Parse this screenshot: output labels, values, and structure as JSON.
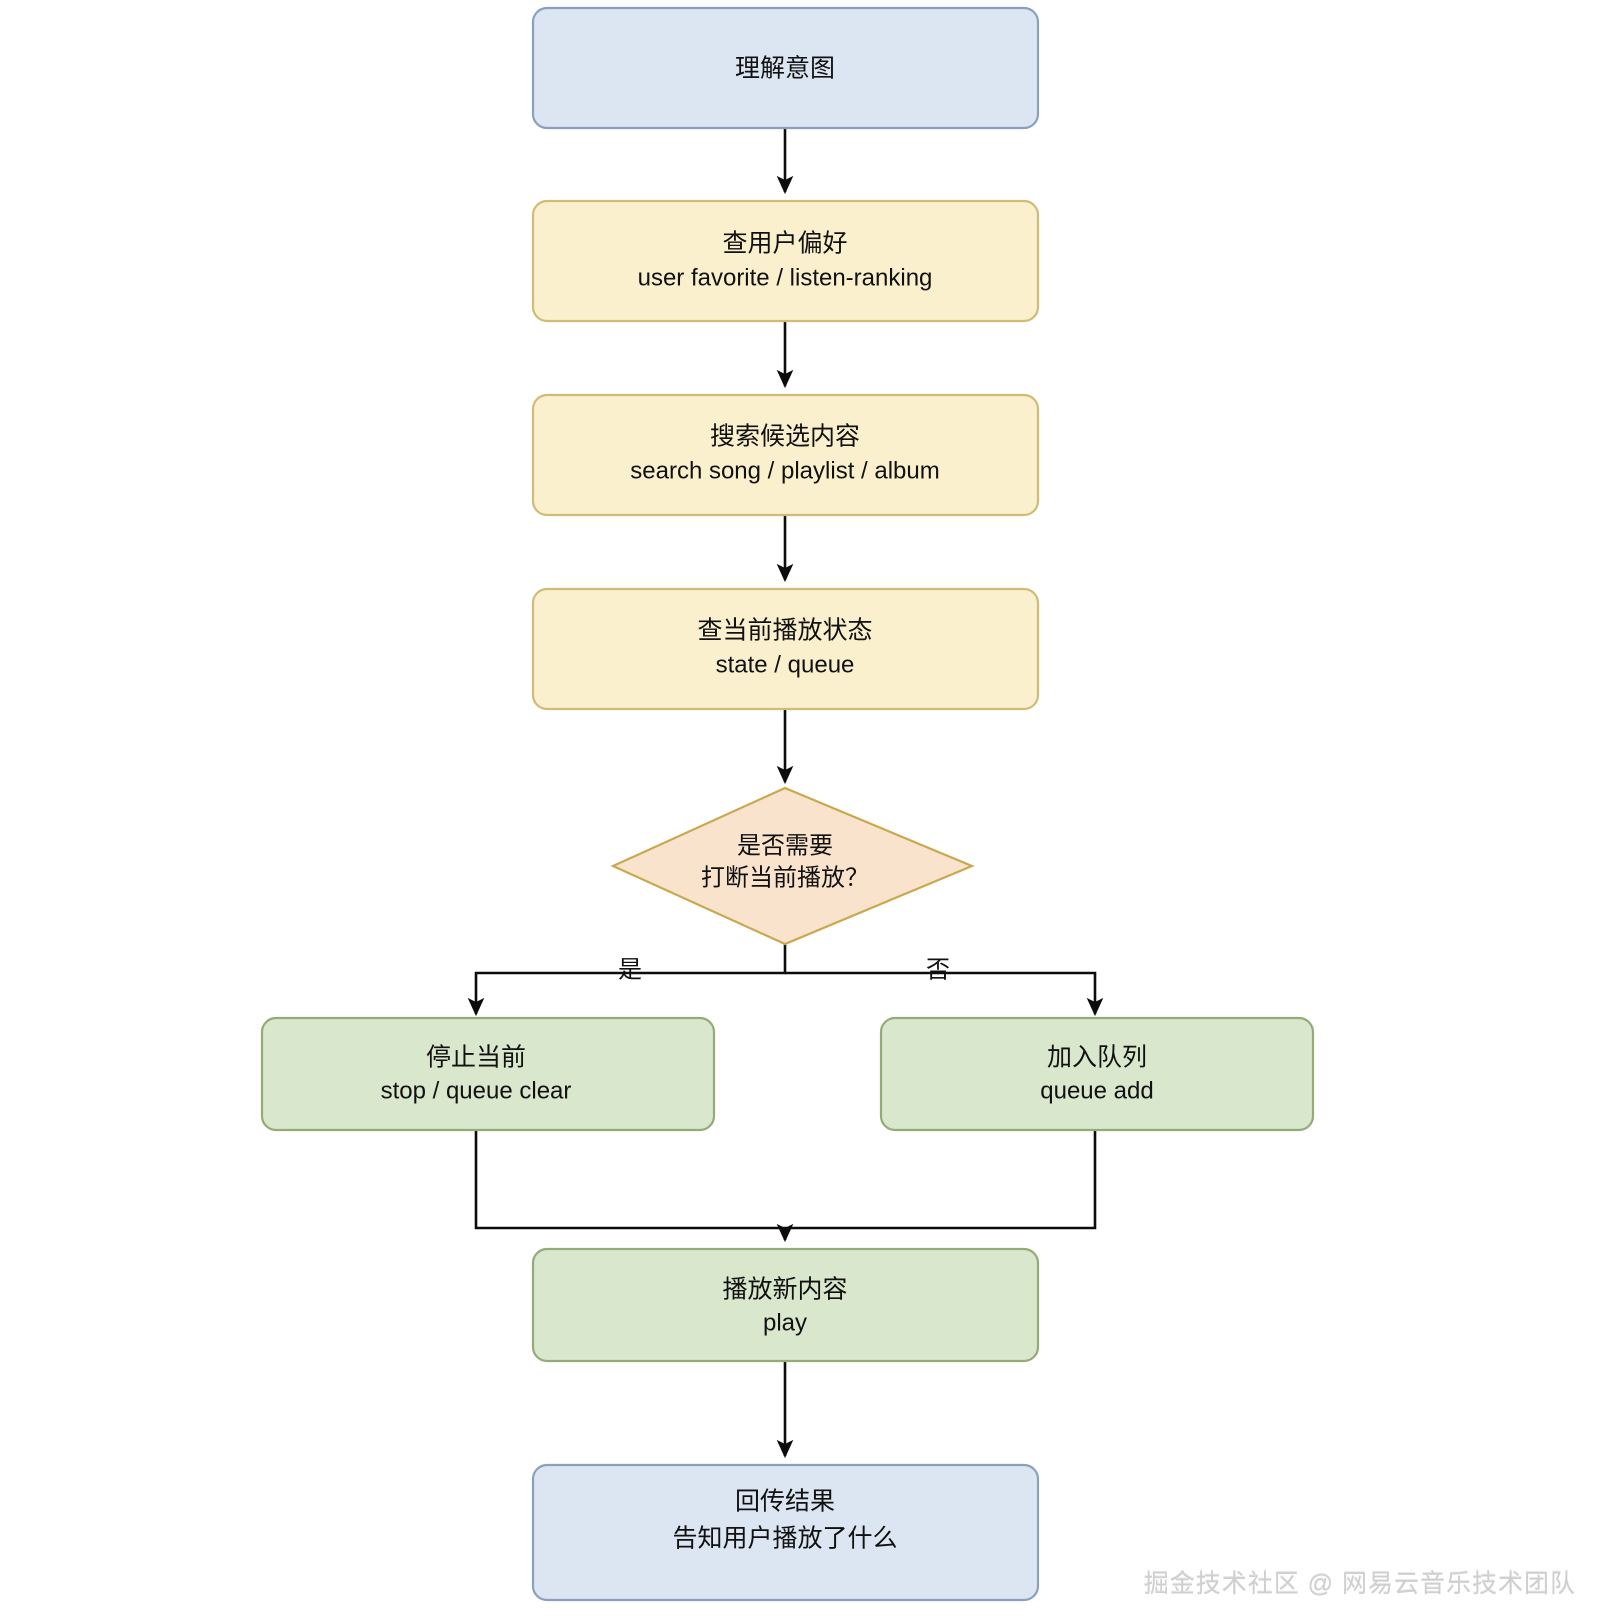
{
  "diagram": {
    "type": "flowchart",
    "orientation": "top-to-bottom",
    "nodes": [
      {
        "id": "understand-intent",
        "shape": "rounded-rect",
        "title": "理解意图",
        "subtitle": "",
        "fill": "#dce6f2",
        "stroke": "#8aa0bd"
      },
      {
        "id": "user-preference",
        "shape": "rounded-rect",
        "title": "查用户偏好",
        "subtitle": "user favorite / listen-ranking",
        "fill": "#fbf0cd",
        "stroke": "#cfbc76"
      },
      {
        "id": "search-candidates",
        "shape": "rounded-rect",
        "title": "搜索候选内容",
        "subtitle": "search song / playlist / album",
        "fill": "#fbf0cd",
        "stroke": "#cfbc76"
      },
      {
        "id": "query-play-state",
        "shape": "rounded-rect",
        "title": "查当前播放状态",
        "subtitle": "state / queue",
        "fill": "#fbf0cd",
        "stroke": "#cfbc76"
      },
      {
        "id": "interrupt-decision",
        "shape": "diamond",
        "title": "是否需要",
        "subtitle": "打断当前播放？",
        "fill": "#fae3cc",
        "stroke": "#c9a84f"
      },
      {
        "id": "stop-current",
        "shape": "rounded-rect",
        "title": "停止当前",
        "subtitle": "stop / queue clear",
        "fill": "#d9e7cd",
        "stroke": "#93ab77"
      },
      {
        "id": "add-to-queue",
        "shape": "rounded-rect",
        "title": "加入队列",
        "subtitle": "queue add",
        "fill": "#d9e7cd",
        "stroke": "#93ab77"
      },
      {
        "id": "play-new-content",
        "shape": "rounded-rect",
        "title": "播放新内容",
        "subtitle": "play",
        "fill": "#d9e7cd",
        "stroke": "#93ab77"
      },
      {
        "id": "return-result",
        "shape": "rounded-rect",
        "title": "回传结果",
        "subtitle": "告知用户播放了什么",
        "fill": "#dce6f2",
        "stroke": "#8aa0bd"
      }
    ],
    "edges": [
      {
        "id": "e1",
        "from": "understand-intent",
        "to": "user-preference",
        "label": ""
      },
      {
        "id": "e2",
        "from": "user-preference",
        "to": "search-candidates",
        "label": ""
      },
      {
        "id": "e3",
        "from": "search-candidates",
        "to": "query-play-state",
        "label": ""
      },
      {
        "id": "e4",
        "from": "query-play-state",
        "to": "interrupt-decision",
        "label": ""
      },
      {
        "id": "e5",
        "from": "interrupt-decision",
        "to": "stop-current",
        "label": "是"
      },
      {
        "id": "e6",
        "from": "interrupt-decision",
        "to": "add-to-queue",
        "label": "否"
      },
      {
        "id": "e7",
        "from": "stop-current",
        "to": "play-new-content",
        "label": ""
      },
      {
        "id": "e8",
        "from": "add-to-queue",
        "to": "play-new-content",
        "label": ""
      },
      {
        "id": "e9",
        "from": "play-new-content",
        "to": "return-result",
        "label": ""
      }
    ]
  },
  "watermark": {
    "text": "掘金技术社区 @ 网易云音乐技术团队",
    "color": "#cfcfcf"
  }
}
